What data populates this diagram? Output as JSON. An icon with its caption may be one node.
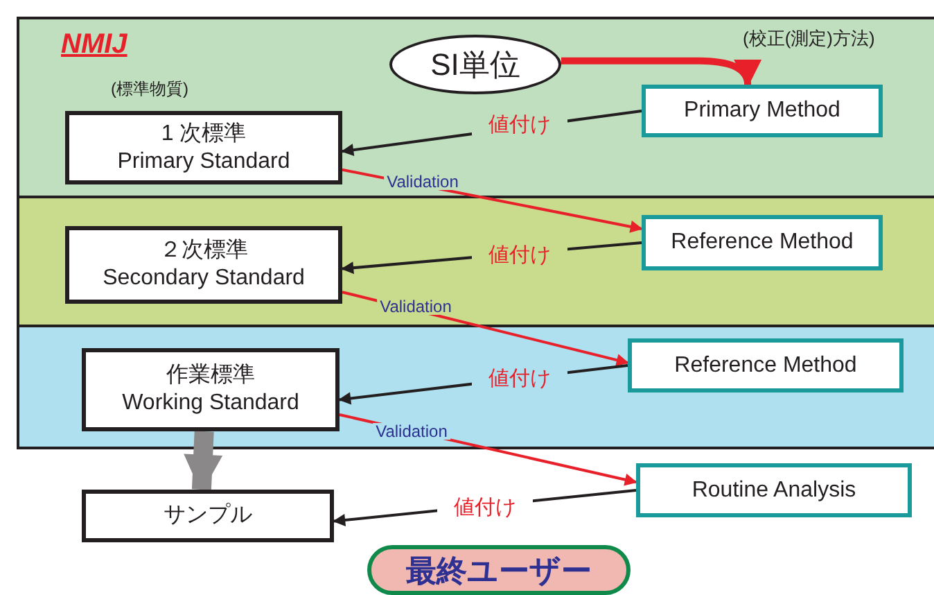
{
  "diagram": {
    "nodes": [
      {
        "text": [
          "NMIJ"
        ]
      },
      {
        "text": [],
        "shape": "box"
      },
      {
        "text": [],
        "shape": "box"
      },
      {
        "text": [
          "SI単位"
        ],
        "in": 0
      },
      {
        "text": [
          "1 次標準",
          "Primary Standard"
        ],
        "in": 0
      },
      {
        "text": [
          "Primary Method"
        ],
        "in": 0
      },
      {
        "text": [
          "２次標準",
          "Secondary Standard"
        ],
        "in": 1
      },
      {
        "text": [
          "Reference Method"
        ],
        "in": 1
      },
      {
        "text": [
          "作業標準",
          "Working Standard"
        ],
        "in": 2
      },
      {
        "text": [
          "Reference Method"
        ],
        "in": 2
      },
      {
        "text": [
          "サンプル"
        ]
      },
      {
        "text": [
          "Routine Analysis"
        ]
      },
      {
        "text": [
          "最終ユーザー"
        ]
      }
    ],
    "edges": [
      {
        "from": 3,
        "to": 5,
        "arrow": "to",
        "style": "thick",
        "color": "#e8202a"
      },
      {
        "from": 5,
        "to": 4,
        "arrow": "to",
        "label": "値付け",
        "color": "#231f20"
      },
      {
        "from": 4,
        "to": 7,
        "arrow": "to",
        "label": "Validation",
        "color": "#e8202a"
      },
      {
        "from": 7,
        "to": 6,
        "arrow": "to",
        "label": "値付け",
        "color": "#231f20"
      },
      {
        "from": 6,
        "to": 9,
        "arrow": "to",
        "label": "Validation",
        "color": "#e8202a"
      },
      {
        "from": 9,
        "to": 8,
        "arrow": "to",
        "label": "値付け",
        "color": "#231f20"
      },
      {
        "from": 8,
        "to": 11,
        "arrow": "to",
        "label": "Validation",
        "color": "#e8202a"
      },
      {
        "from": 11,
        "to": 10,
        "arrow": "to",
        "label": "値付け",
        "color": "#231f20"
      },
      {
        "from": 8,
        "to": 10,
        "arrow": "to",
        "style": "thick",
        "color": "#8a8888"
      }
    ],
    "labels": [
      "(標準物質)",
      "(校正(測定)方法)"
    ]
  }
}
